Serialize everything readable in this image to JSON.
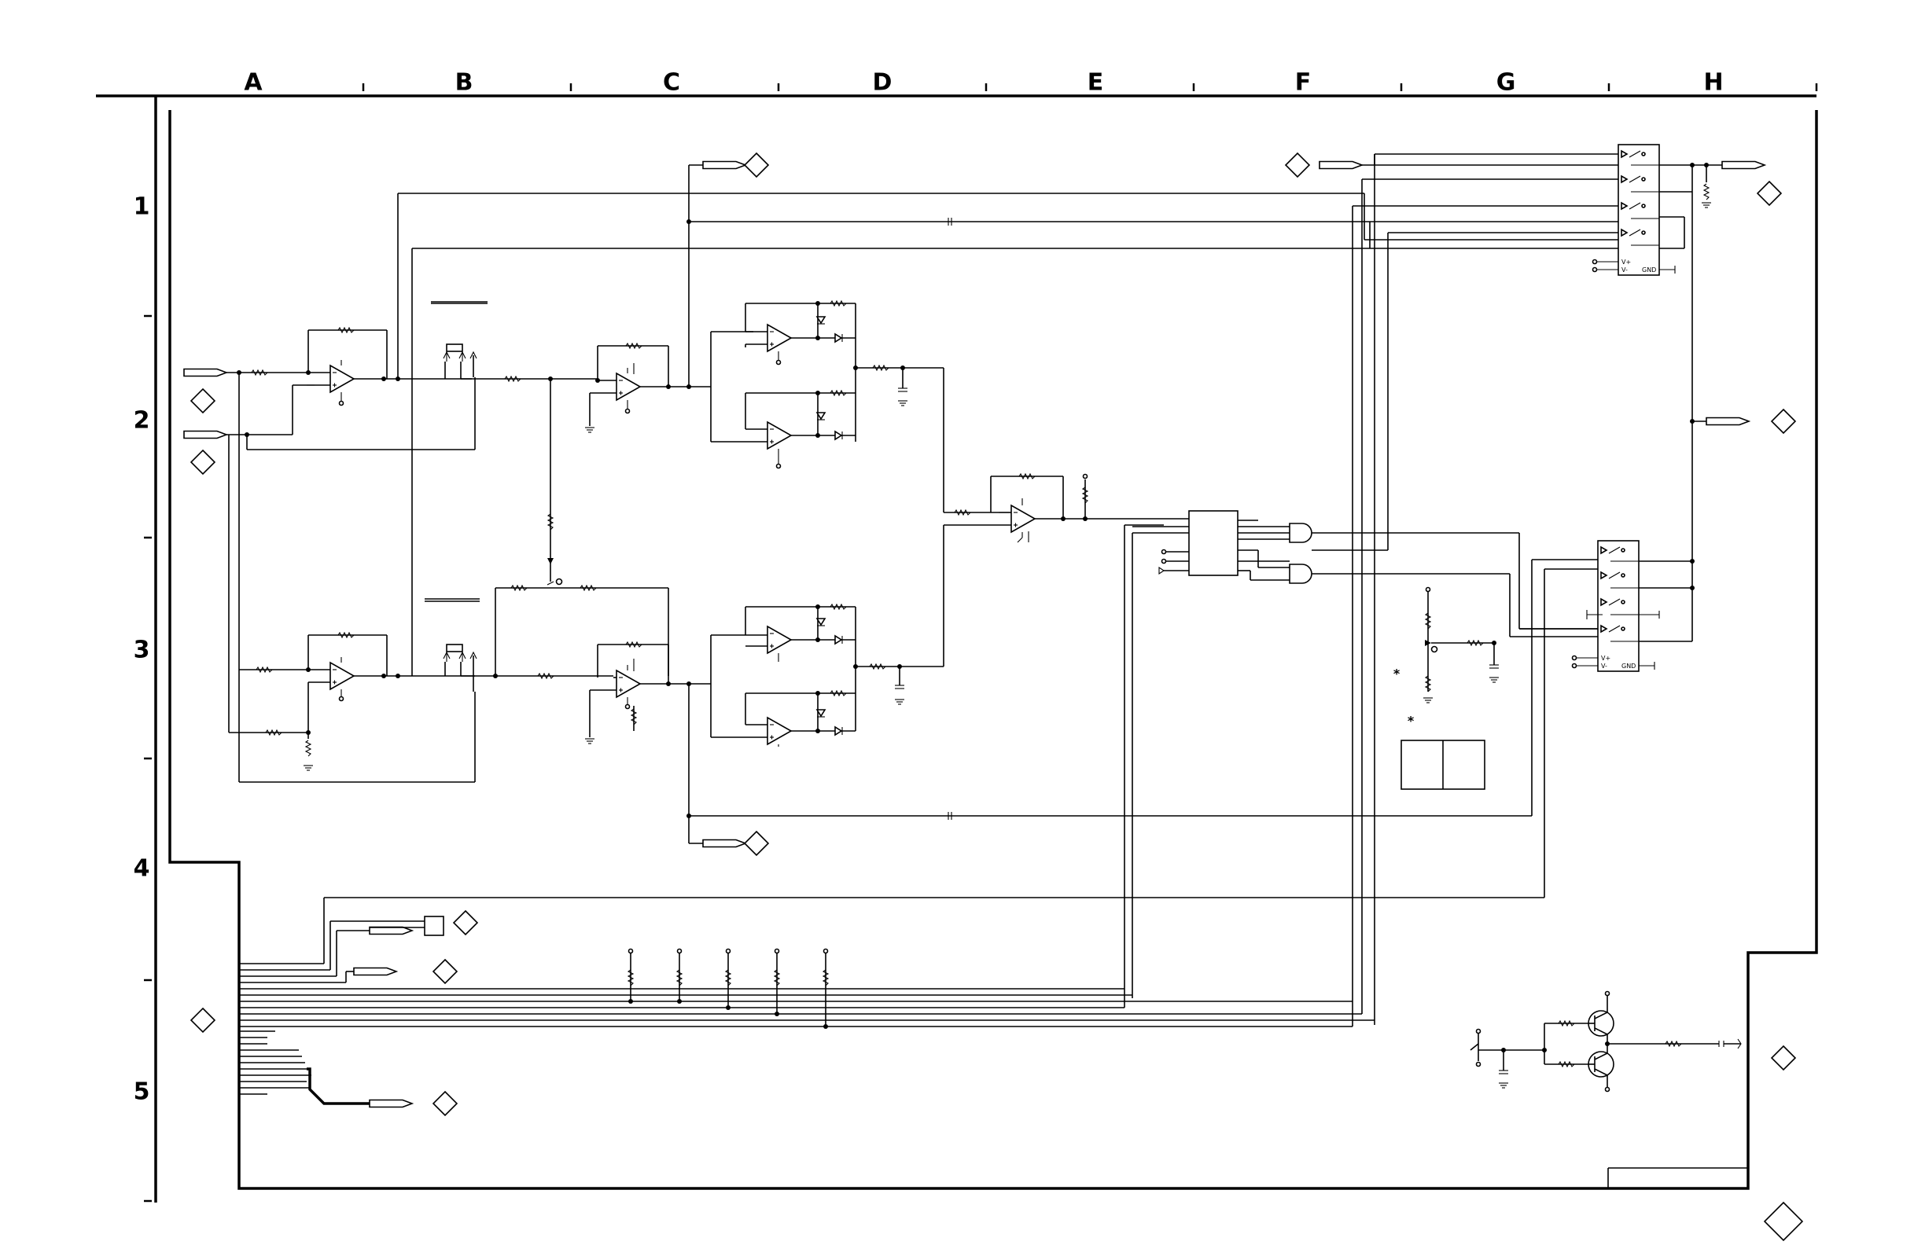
{
  "grid": {
    "columns": [
      "A",
      "B",
      "C",
      "D",
      "E",
      "F",
      "G",
      "H"
    ],
    "rows": [
      "1",
      "2",
      "3",
      "4",
      "5"
    ]
  },
  "switch_ic_pins": [
    "V+",
    "V-",
    "GND"
  ],
  "annotations": {
    "asterisk": "*"
  },
  "colors": {
    "ink": "#000000",
    "paper": "#ffffff"
  }
}
